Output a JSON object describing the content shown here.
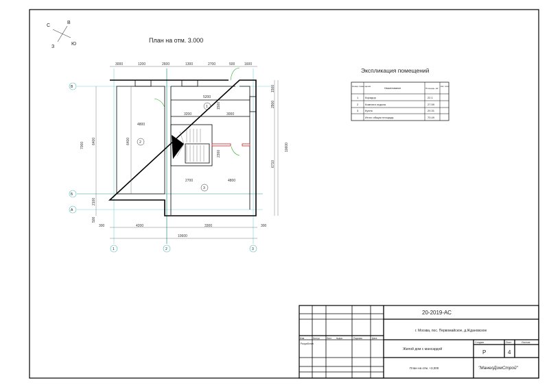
{
  "compass": {
    "n": "В",
    "w": "С",
    "s": "З",
    "e": "Ю"
  },
  "plan": {
    "title": "План на отм. 3.000",
    "top_dims": [
      "3000",
      "1200",
      "2600",
      "1300",
      "2700",
      "500",
      "1600"
    ],
    "bottom_dims": [
      "300",
      "4200",
      "3300",
      "300"
    ],
    "total_width": "10600",
    "left_dims": [
      "7000",
      "6400",
      "2100",
      "500"
    ],
    "right_dims": [
      "1500",
      "2900",
      "6710",
      "10600"
    ],
    "inner_dims": [
      "5200",
      "3200",
      "3000",
      "4800",
      "6400",
      "2700",
      "4800",
      "1500",
      "2300"
    ],
    "room_numbers": [
      "1",
      "2",
      "3"
    ],
    "axes_rows": [
      "В",
      "Б",
      "А"
    ],
    "axes_cols": [
      "1",
      "2",
      "3"
    ]
  },
  "explication": {
    "title": "Экспликация помещений",
    "headers": [
      "Номер поме-щения",
      "Наименование",
      "Площадь, м2",
      "Кат. пом."
    ],
    "rows": [
      {
        "num": "1",
        "name": "Коридор",
        "area": "22.1",
        "cat": ""
      },
      {
        "num": "2",
        "name": "Комната отдыха",
        "area": "27.59",
        "cat": ""
      },
      {
        "num": "3",
        "name": "Кухня",
        "area": "20.31",
        "cat": ""
      },
      {
        "num": "",
        "name": "Итого общая площадь",
        "area": "70.49",
        "cat": ""
      }
    ]
  },
  "title_block": {
    "code": "20-2019-АС",
    "address": "г. Москва, пос. Первомайское, д.Ждановское",
    "col_headers": [
      "Изм.",
      "Кол.уч",
      "Лист",
      "№док.",
      "Подпись",
      "Дата"
    ],
    "developed": "Разработал",
    "object": "Жилой дом с мансардой",
    "stage_label": "Стадия",
    "sheet_label": "Лист",
    "sheets_label": "Листов",
    "stage": "Р",
    "sheet": "4",
    "sheets": "",
    "drawing": "План на отм. +3,000",
    "company": "\"МанелДомСтрой\""
  }
}
